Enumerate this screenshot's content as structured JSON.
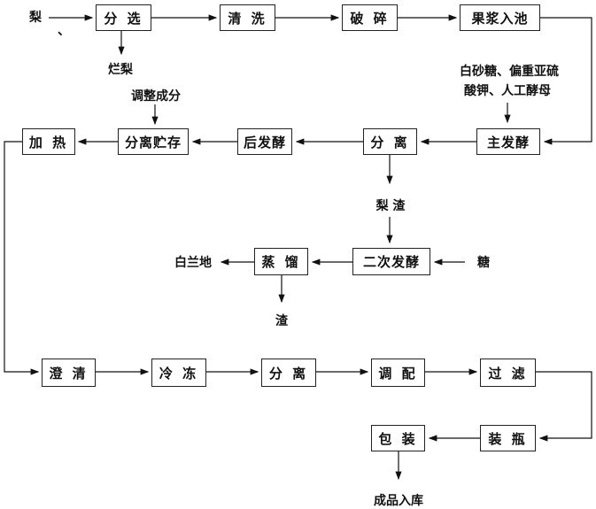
{
  "inputs": {
    "pear": "梨",
    "mark": "、",
    "rotten_pear": "烂梨",
    "additives_line1": "白砂糖、偏重亚硫",
    "additives_line2": "酸钾、人工酵母",
    "adjust": "调整成分",
    "pomace": "梨 渣",
    "sugar": "糖",
    "brandy": "白兰地",
    "residue": "渣",
    "product": "成品入库"
  },
  "steps": {
    "sorting": "分 选",
    "washing": "清 洗",
    "crushing": "破 碎",
    "pulp_tank": "果浆入池",
    "main_ferment": "主发酵",
    "separate1": "分 离",
    "post_ferment": "后发酵",
    "separate_store": "分离贮存",
    "heating": "加 热",
    "secondary_ferment": "二次发酵",
    "distill": "蒸 馏",
    "clarify": "澄 清",
    "freeze": "冷 冻",
    "separate2": "分 离",
    "blend": "调 配",
    "filter": "过 滤",
    "bottling": "装 瓶",
    "packaging": "包 装"
  }
}
